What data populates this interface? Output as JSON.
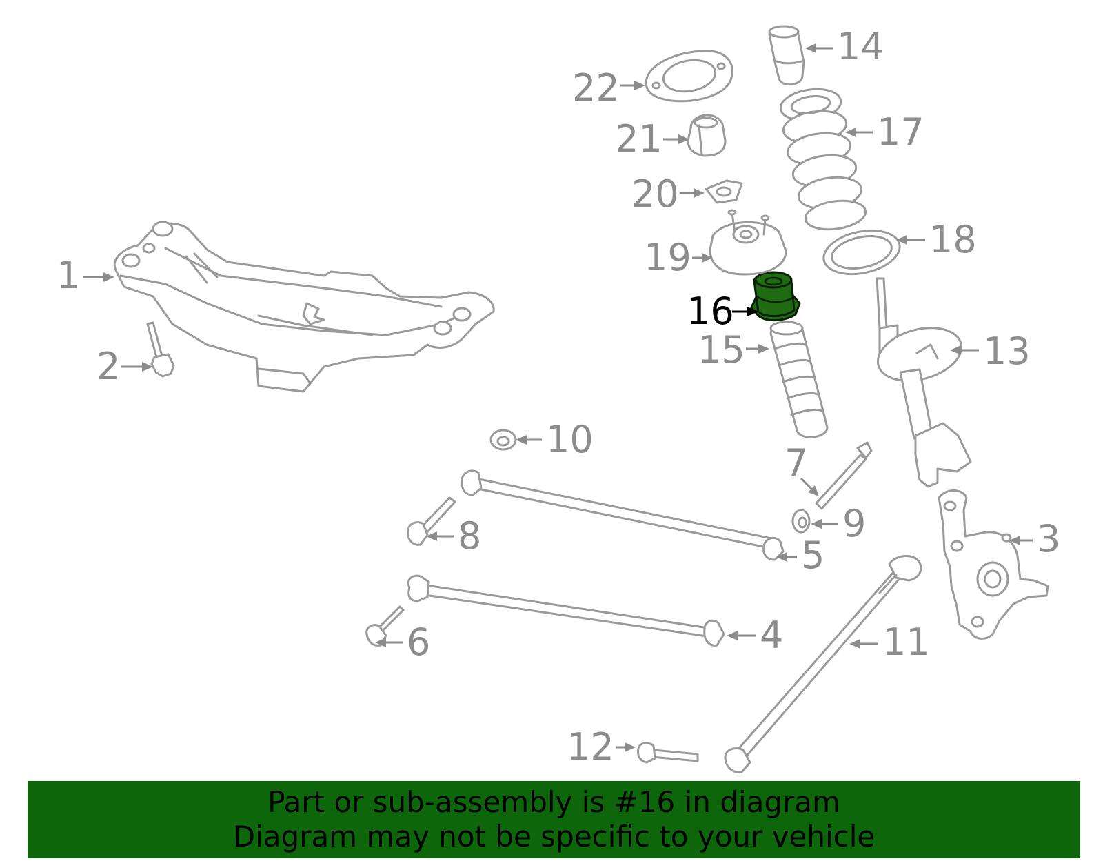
{
  "diagram": {
    "highlighted_part": "16",
    "callouts": [
      "1",
      "2",
      "3",
      "4",
      "5",
      "6",
      "7",
      "8",
      "9",
      "10",
      "11",
      "12",
      "13",
      "14",
      "15",
      "16",
      "17",
      "18",
      "19",
      "20",
      "21",
      "22"
    ]
  },
  "banner": {
    "line1": "Part or sub-assembly is #16 in diagram",
    "line2": "Diagram may not be specific to your vehicle"
  },
  "colors": {
    "banner_bg": "#0e660b",
    "highlight": "#1e6b12",
    "part_stroke": "#9a9a9a",
    "label_gray": "#8c8c8c"
  }
}
